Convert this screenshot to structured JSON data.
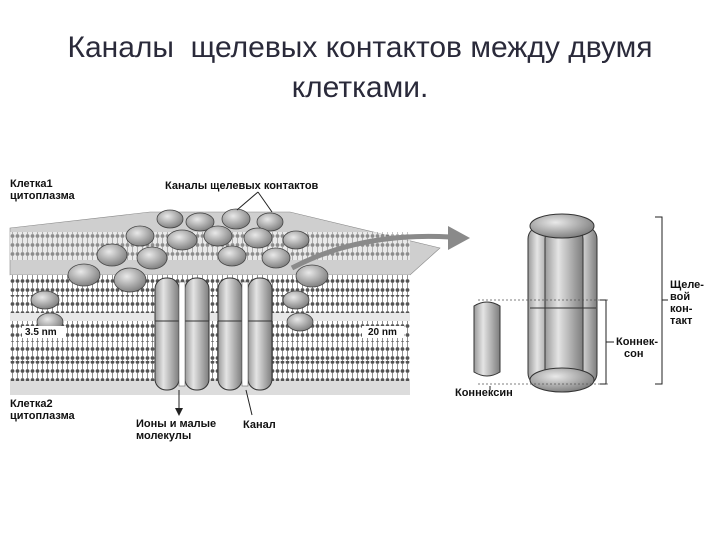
{
  "title": {
    "line1": "Каналы  щелевых контактов между двумя",
    "line2": "клетками."
  },
  "diagram": {
    "cell1_line1": "Клетка1",
    "cell1_line2": "цитоплазма",
    "channels_label": "Каналы щелевых контактов",
    "dist_left": "3.5 nm",
    "dist_right": "20 nm",
    "cell2_line1": "Клетка2",
    "cell2_line2": "цитоплазма",
    "ions_line1": "Ионы и малые",
    "ions_line2": "молекулы",
    "channel_label": "Канал",
    "connexin_label": "Коннексин",
    "connexon_line1": "Коннек-",
    "connexon_line2": "сон",
    "gap_line1": "Щеле-",
    "gap_line2": "вой",
    "gap_line3": "кон-",
    "gap_line4": "такт"
  }
}
